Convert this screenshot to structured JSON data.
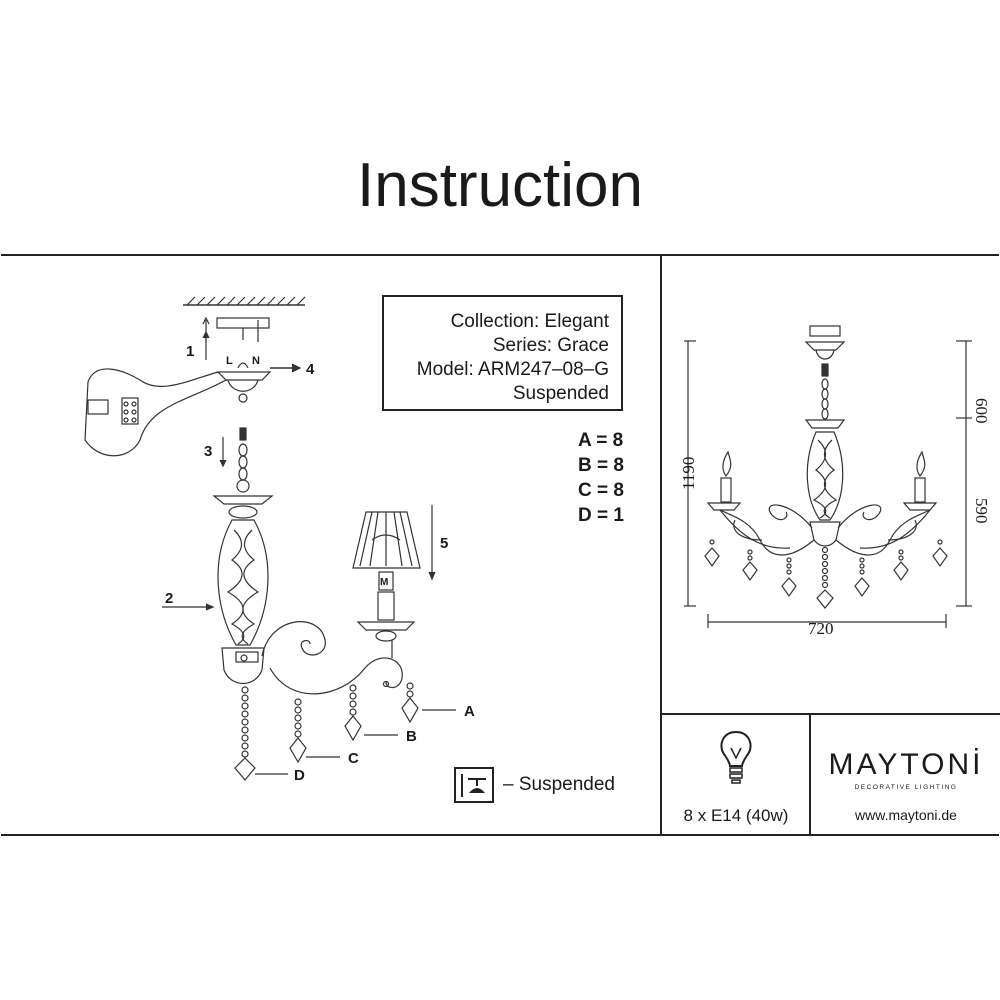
{
  "title": "Instruction",
  "info": {
    "collection": "Collection: Elegant",
    "series": "Series: Grace",
    "model": "Model: ARM247–08–G",
    "mount": "Suspended"
  },
  "parts": [
    {
      "text": "A = 8"
    },
    {
      "text": "B = 8"
    },
    {
      "text": "C = 8"
    },
    {
      "text": "D = 1"
    }
  ],
  "steps": [
    "1",
    "2",
    "3",
    "4",
    "5"
  ],
  "callouts": {
    "a": "A",
    "b": "B",
    "c": "C",
    "d": "D"
  },
  "wiring": {
    "l": "L",
    "n": "N"
  },
  "bulb_mark": "M",
  "legend": {
    "text": "– Suspended",
    "icon": "suspended-mount-icon"
  },
  "dimensions": {
    "total_height": "1190",
    "chain": "600",
    "body": "590",
    "width": "720"
  },
  "bulb": {
    "spec": "8 x E14 (40w)",
    "icon": "light-bulb-icon"
  },
  "brand": {
    "name": "MAYTONİ",
    "tagline": "DECORATIVE LIGHTING",
    "url": "www.maytoni.de"
  }
}
